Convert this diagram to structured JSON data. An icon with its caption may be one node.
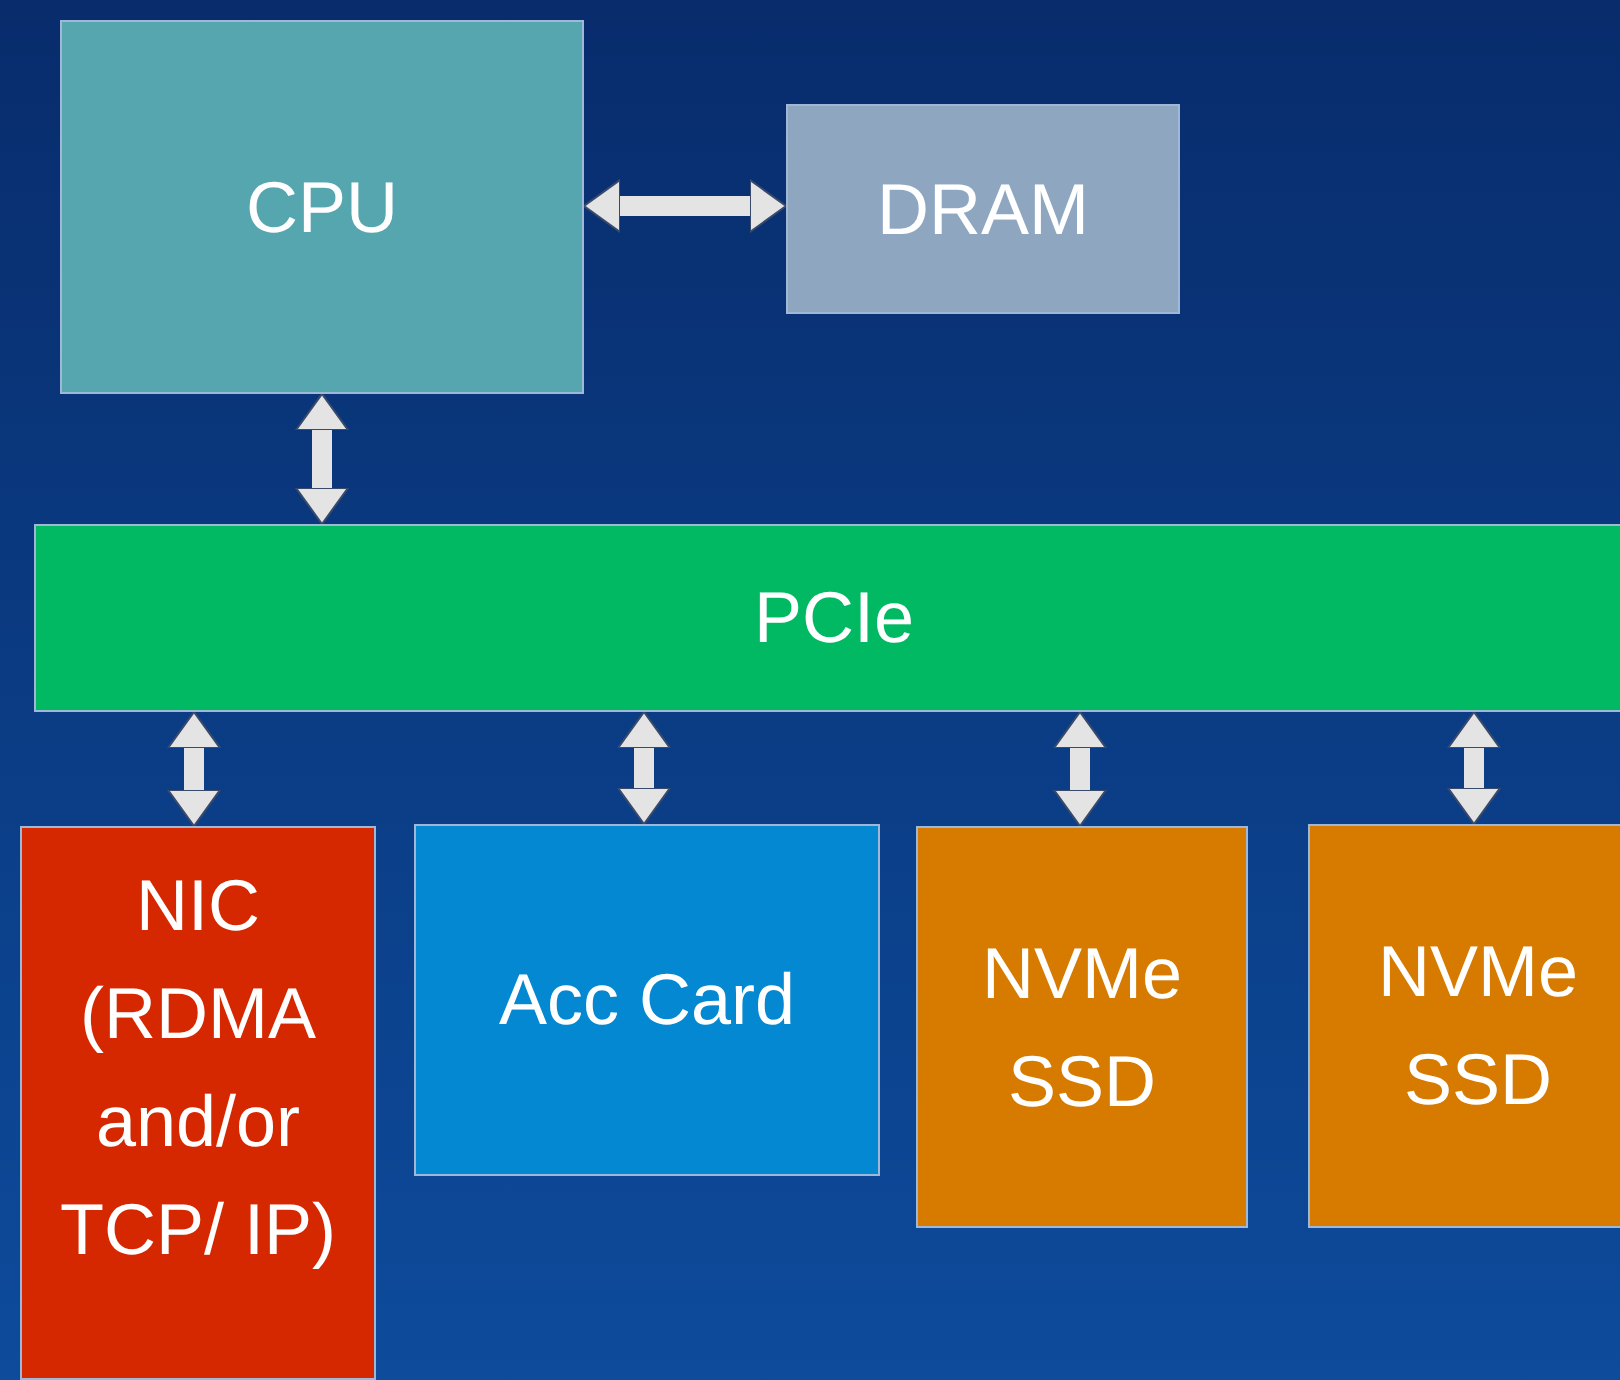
{
  "diagram": {
    "nodes": [
      {
        "text": [
          "CPU"
        ]
      },
      {
        "text": [
          "DRAM"
        ]
      },
      {
        "text": [
          "PCIe"
        ]
      },
      {
        "text": [
          "NIC (RDMA and/or TCP/ IP)"
        ]
      },
      {
        "text": [
          "Acc Card"
        ]
      },
      {
        "text": [
          "NVMe SSD"
        ]
      },
      {
        "text": [
          "NVMe SSD"
        ]
      }
    ],
    "edges": [
      {
        "from": 0,
        "to": 1,
        "arrow": "both"
      },
      {
        "from": 0,
        "to": 2,
        "arrow": "both"
      },
      {
        "from": 2,
        "to": 3,
        "arrow": "both"
      },
      {
        "from": 2,
        "to": 4,
        "arrow": "both"
      },
      {
        "from": 2,
        "to": 5,
        "arrow": "both"
      },
      {
        "from": 2,
        "to": 6,
        "arrow": "both"
      }
    ]
  }
}
